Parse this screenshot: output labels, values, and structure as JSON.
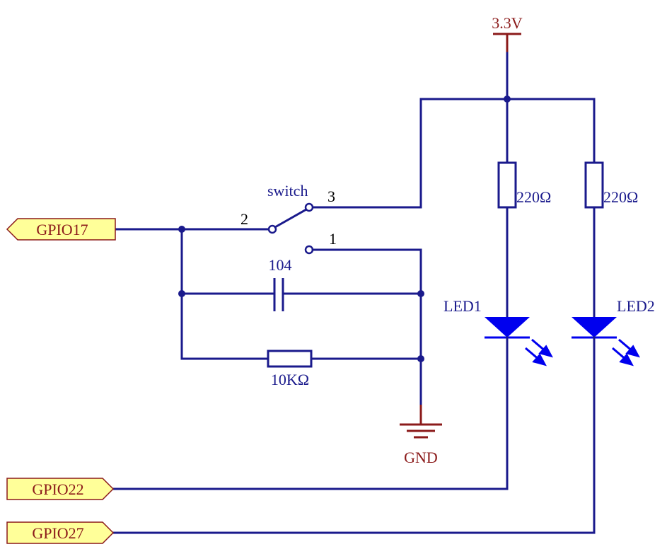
{
  "ports": {
    "gpio17": "GPIO17",
    "gpio22": "GPIO22",
    "gpio27": "GPIO27"
  },
  "power": {
    "vcc": "3.3V",
    "gnd": "GND"
  },
  "switch": {
    "label": "switch",
    "pin1": "1",
    "pin2": "2",
    "pin3": "3"
  },
  "capacitor": {
    "value": "104"
  },
  "pulldown": {
    "value": "10KΩ"
  },
  "resistor1": {
    "value": "220Ω"
  },
  "resistor2": {
    "value": "220Ω"
  },
  "led1": {
    "label": "LED1"
  },
  "led2": {
    "label": "LED2"
  },
  "colors": {
    "wire": "#1a1a8c",
    "power": "#8b1a1a",
    "port_fill": "#ffff99",
    "led": "#0000ee"
  }
}
